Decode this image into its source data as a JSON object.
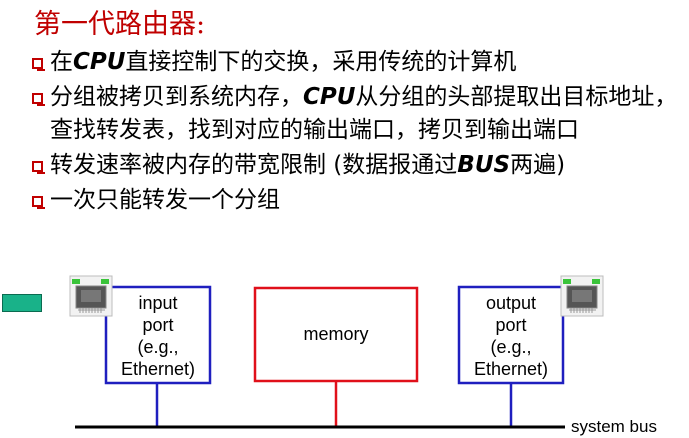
{
  "title": "第一代路由器:",
  "bullets": [
    {
      "parts": [
        {
          "t": "在",
          "cls": ""
        },
        {
          "t": "CPU",
          "cls": "cpu"
        },
        {
          "t": "直接控制下的交换，采用传统的计算机",
          "cls": ""
        }
      ]
    },
    {
      "parts": [
        {
          "t": "分组被拷贝到系统内存，",
          "cls": ""
        },
        {
          "t": "CPU",
          "cls": "cpu"
        },
        {
          "t": "从分组的头部提取出目标地址，查找转发表，找到对应的输出端口，拷贝到输出端口",
          "cls": ""
        }
      ]
    },
    {
      "parts": [
        {
          "t": "转发速率被内存的带宽限制 (数据报通过",
          "cls": ""
        },
        {
          "t": "BUS",
          "cls": "cpu"
        },
        {
          "t": "两遍)",
          "cls": ""
        }
      ]
    },
    {
      "parts": [
        {
          "t": "一次只能转发一个分组",
          "cls": ""
        }
      ]
    }
  ],
  "diagram": {
    "input_port": [
      "input",
      "port",
      "(e.g.,",
      "Ethernet)"
    ],
    "memory": "memory",
    "output_port": [
      "output",
      "port",
      "(e.g.,",
      "Ethernet)"
    ],
    "system_bus": "system bus",
    "colors": {
      "port_border": "#1f1fbf",
      "memory_border": "#e0101a",
      "bus": "#000000",
      "accent": "#19b289",
      "title": "#c00000"
    }
  }
}
